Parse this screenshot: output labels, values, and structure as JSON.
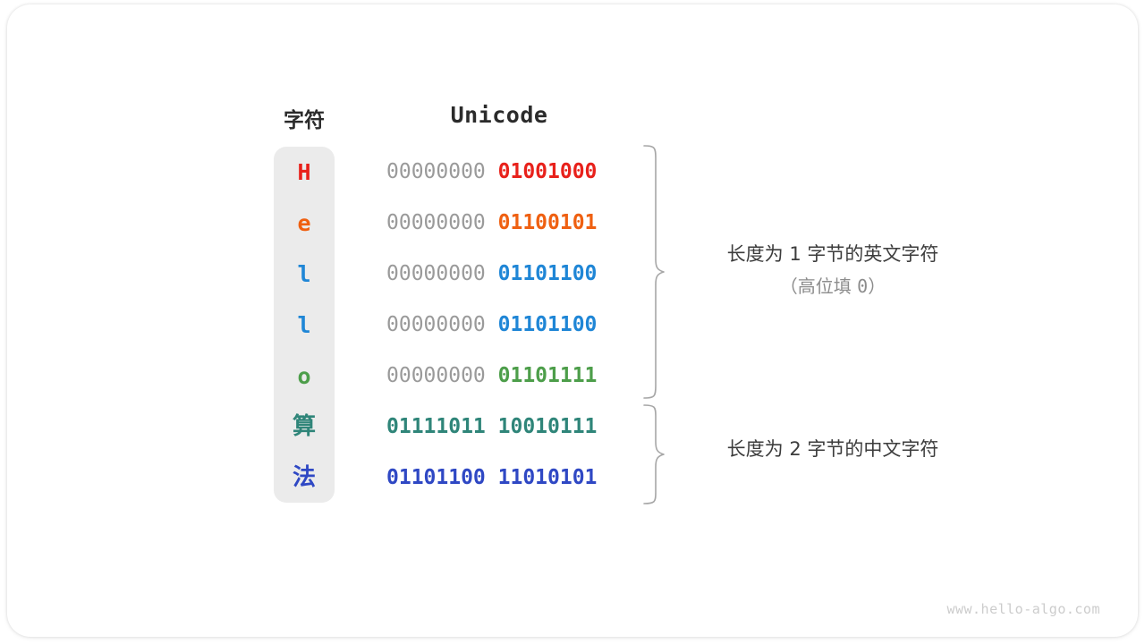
{
  "card": {
    "background": "#ffffff",
    "panel_color": "#ebebeb"
  },
  "headers": {
    "char": "字符",
    "encoding": "Unicode"
  },
  "rows": [
    {
      "char": "H",
      "char_color": "#e8211b",
      "pad": "00000000 ",
      "bits": "01001000",
      "bits_color": "#e8211b",
      "pad_bold": false,
      "cjk": false
    },
    {
      "char": "e",
      "char_color": "#ef6011",
      "pad": "00000000 ",
      "bits": "01100101",
      "bits_color": "#ef6011",
      "pad_bold": false,
      "cjk": false
    },
    {
      "char": "l",
      "char_color": "#1f86d6",
      "pad": "00000000 ",
      "bits": "01101100",
      "bits_color": "#1f86d6",
      "pad_bold": false,
      "cjk": false
    },
    {
      "char": "l",
      "char_color": "#1f86d6",
      "pad": "00000000 ",
      "bits": "01101100",
      "bits_color": "#1f86d6",
      "pad_bold": false,
      "cjk": false
    },
    {
      "char": "o",
      "char_color": "#4d9e4a",
      "pad": "00000000 ",
      "bits": "01101111",
      "bits_color": "#4d9e4a",
      "pad_bold": false,
      "cjk": false
    },
    {
      "char": "算",
      "char_color": "#2f8579",
      "pad": "01111011 ",
      "bits": "10010111",
      "bits_color": "#2f8579",
      "pad_bold": true,
      "cjk": true
    },
    {
      "char": "法",
      "char_color": "#2f48c4",
      "pad": "01101100 ",
      "bits": "11010101",
      "bits_color": "#2f48c4",
      "pad_bold": true,
      "cjk": true
    }
  ],
  "annotations": [
    {
      "main": "长度为 1 字节的英文字符",
      "sub_prefix": "（高位填 ",
      "sub_value": "0",
      "sub_suffix": "）"
    },
    {
      "main": "长度为 2 字节的中文字符",
      "sub_prefix": "",
      "sub_value": "",
      "sub_suffix": ""
    }
  ],
  "braces": {
    "color": "#a6a6a6",
    "top_group_rows": 5,
    "bottom_group_rows": 2
  },
  "watermark": "www.hello-algo.com"
}
